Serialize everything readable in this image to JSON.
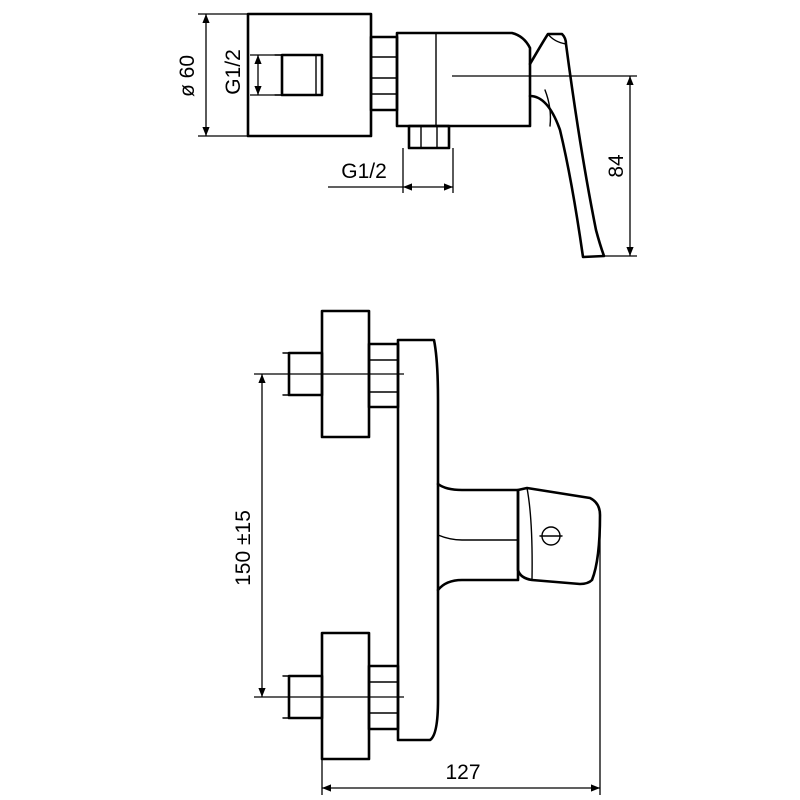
{
  "dimensions": {
    "diameter": "ø 60",
    "thread_inlet": "G1/2",
    "thread_outlet": "G1/2",
    "height": "84",
    "spacing": "150 ±15",
    "length": "127"
  }
}
